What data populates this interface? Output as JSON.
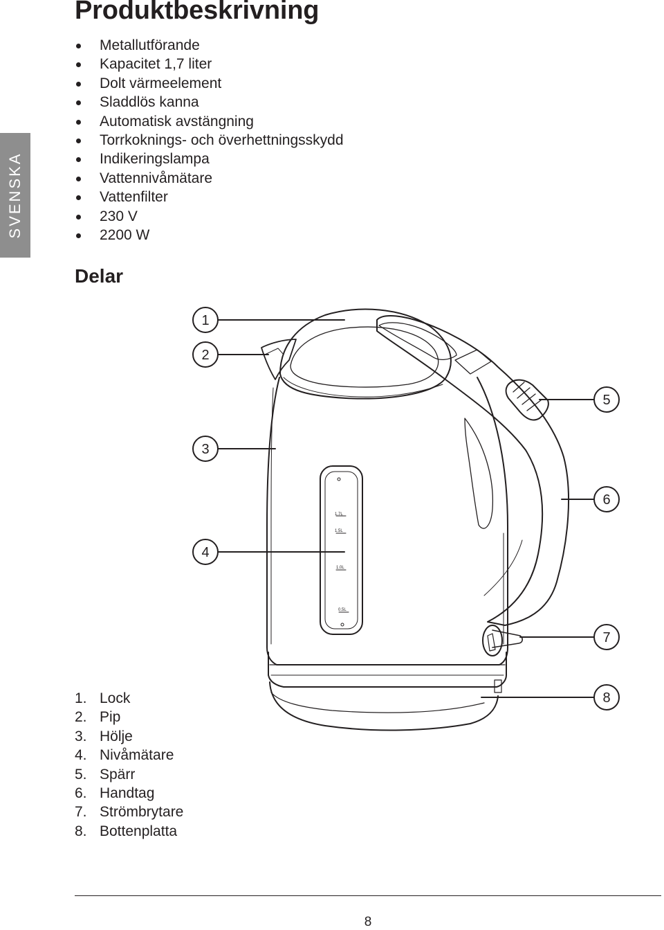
{
  "title": "Produktbeskrivning",
  "language_tab": "SVENSKA",
  "features": [
    "Metallutförande",
    "Kapacitet 1,7 liter",
    "Dolt värmeelement",
    "Sladdlös kanna",
    "Automatisk avstängning",
    "Torrkoknings- och överhettningsskydd",
    "Indikeringslampa",
    "Vattennivåmätare",
    "Vattenfilter",
    "230 V",
    "2200 W"
  ],
  "parts_heading": "Delar",
  "diagram": {
    "callouts": [
      "1",
      "2",
      "3",
      "4",
      "5",
      "6",
      "7",
      "8"
    ],
    "gauge_marks": [
      "1.7L",
      "1.5L",
      "1.0L",
      "0.5L"
    ]
  },
  "parts": [
    {
      "num": "1.",
      "name": "Lock"
    },
    {
      "num": "2.",
      "name": "Pip"
    },
    {
      "num": "3.",
      "name": "Hölje"
    },
    {
      "num": "4.",
      "name": "Nivåmätare"
    },
    {
      "num": "5.",
      "name": "Spärr"
    },
    {
      "num": "6.",
      "name": "Handtag"
    },
    {
      "num": "7.",
      "name": "Strömbrytare"
    },
    {
      "num": "8.",
      "name": "Bottenplatta"
    }
  ],
  "page_number": "8"
}
